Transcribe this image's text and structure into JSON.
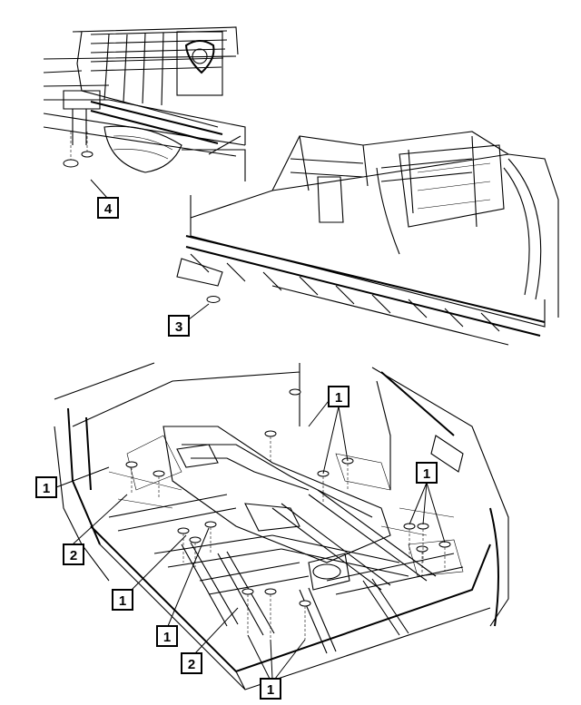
{
  "callouts": {
    "c1a": "1",
    "c1b": "1",
    "c1c": "1",
    "c1d": "1",
    "c1e": "1",
    "c1f": "1",
    "c2a": "2",
    "c2b": "2",
    "c3": "3",
    "c4": "4"
  },
  "colors": {
    "line": "#000000",
    "background": "#ffffff"
  }
}
